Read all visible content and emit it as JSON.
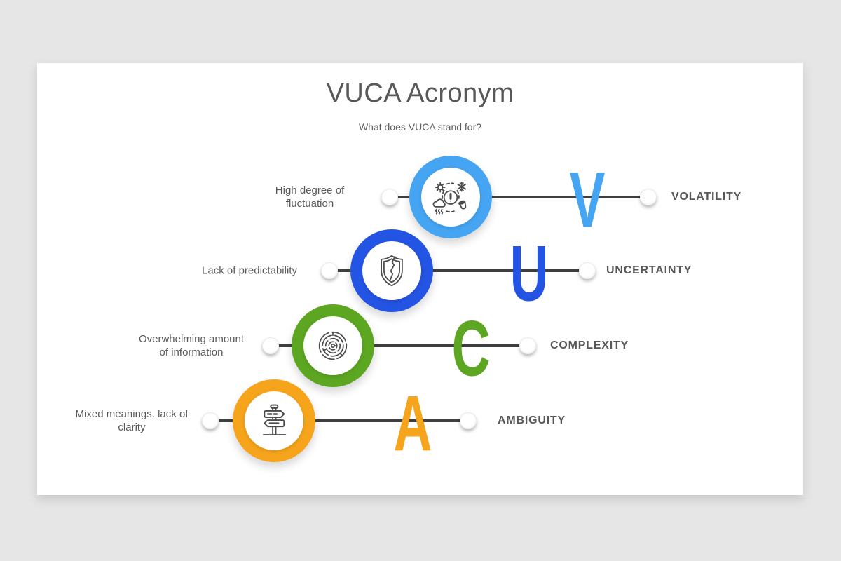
{
  "page": {
    "background_color": "#e7e6e7"
  },
  "slide": {
    "title": "VUCA Acronym",
    "subtitle": "What does VUCA stand for?",
    "text_color": "#58585a",
    "connector_color": "#3f3f3f"
  },
  "rows": [
    {
      "letter": "V",
      "label": "VOLATILITY",
      "description": "High degree of fluctuation",
      "accent_color": "#45a5f2",
      "icon": "weather-volatility-icon"
    },
    {
      "letter": "U",
      "label": "UNCERTAINTY",
      "description": "Lack of predictability",
      "accent_color": "#2454e3",
      "icon": "broken-shield-icon"
    },
    {
      "letter": "C",
      "label": "COMPLEXITY",
      "description": "Overwhelming amount of information",
      "accent_color": "#5ca621",
      "icon": "maze-icon"
    },
    {
      "letter": "A",
      "label": "AMBIGUITY",
      "description": "Mixed meanings. lack of clarity",
      "accent_color": "#f5a41c",
      "icon": "signpost-icon"
    }
  ]
}
